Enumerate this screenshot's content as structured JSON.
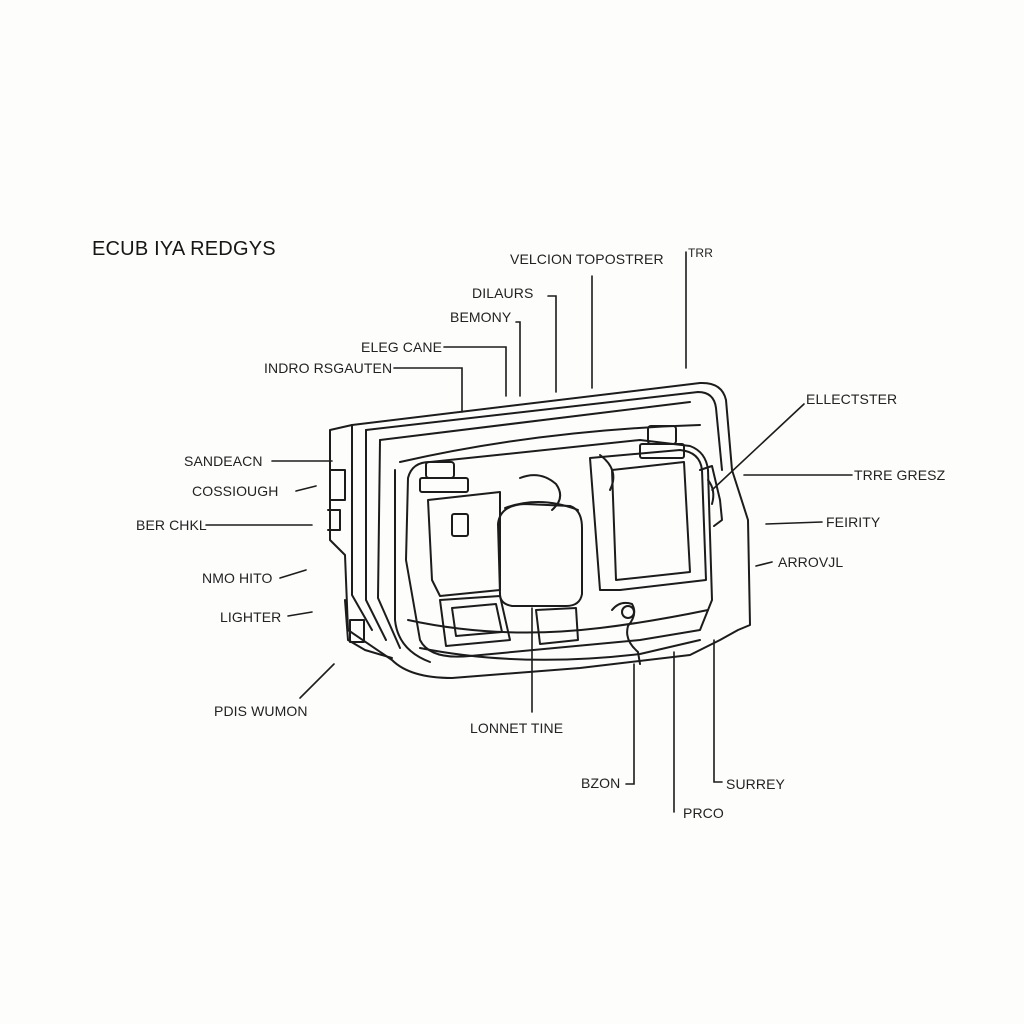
{
  "diagram": {
    "title": "ECUB IYA REDGYS",
    "labels": {
      "velcion_topostrer": "VELCION TOPOSTRER",
      "trr": "TRR",
      "dilaurs": "DILAURS",
      "bemony": "BEMONY",
      "elec_cane": "ELEG CANE",
      "indro_rsgauten": "INDRO RSGAUTEN",
      "sandeacn": "SANDEACN",
      "cossiough": "COSSIOUGH",
      "ber_chkl": "BER CHKL",
      "nmo_hito": "NMO HITO",
      "lighter": "LIGHTER",
      "pdis_wumon": "PDIS WUMON",
      "lonnet_tine": "LONNET TINE",
      "bzon": "BZON",
      "prco": "PRCO",
      "surrey": "SURREY",
      "arrovjl": "ARROVJL",
      "feirity": "FEIRITY",
      "trre_gresz": "TRRE GRESZ",
      "ellectster": "ELLECTSTER"
    }
  }
}
